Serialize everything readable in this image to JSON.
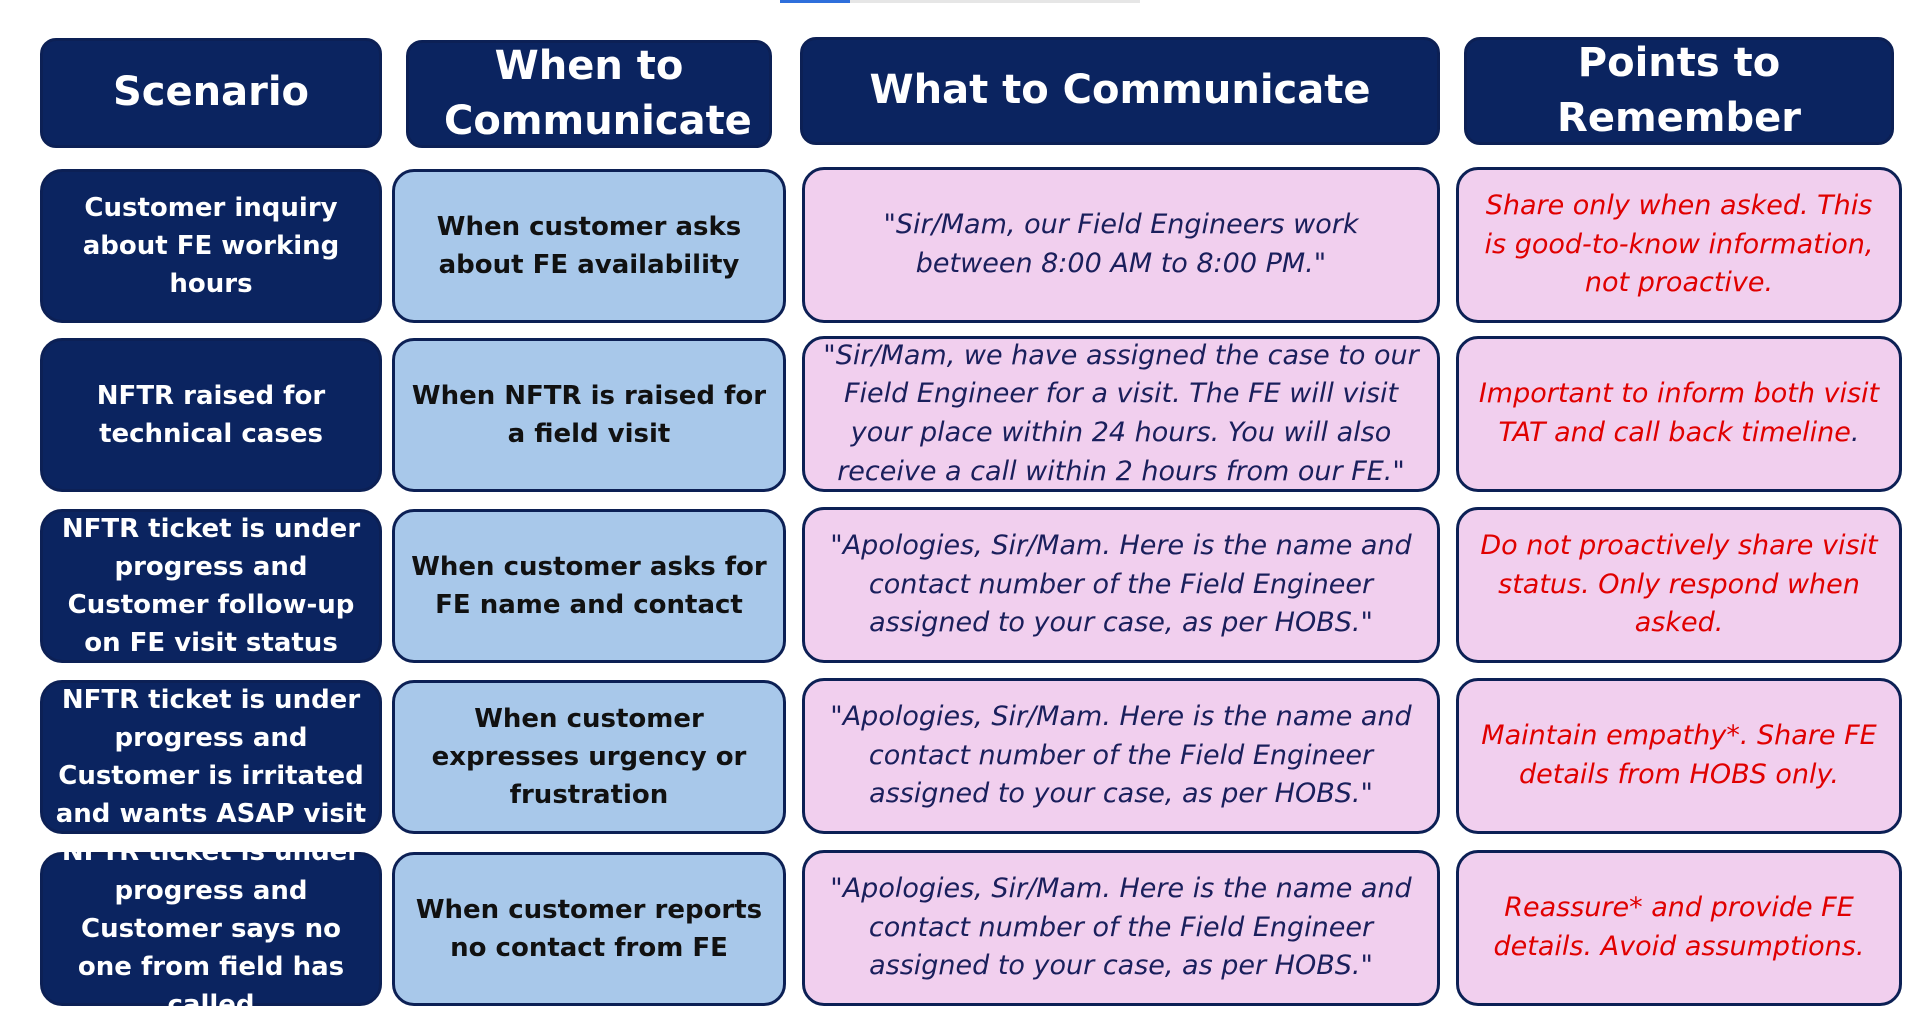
{
  "headers": {
    "scenario": "Scenario",
    "when": "When to Communicate",
    "what": "What to Communicate",
    "points": "Points to Remember"
  },
  "rows": [
    {
      "scenario": "Customer inquiry about FE working hours",
      "when": "When customer asks about FE availability",
      "what": "\"Sir/Mam, our Field Engineers work between 8:00 AM to 8:00 PM.\"",
      "points": "Share only when asked. This is good-to-know information, not proactive.",
      "points_tail": ""
    },
    {
      "scenario": "NFTR raised for technical cases",
      "when": "When NFTR is raised for a field visit",
      "what": "\"Sir/Mam, we have assigned the case to our Field Engineer for a visit. The FE will visit your place within 24 hours. You will also receive a call within 2 hours from our FE.\"",
      "points": "Important to inform both visit TAT and call back timeline",
      "points_tail": "."
    },
    {
      "scenario": "NFTR ticket is under progress and Customer follow-up on FE visit status",
      "when": "When customer asks for FE name and contact",
      "what": "\"Apologies, Sir/Mam. Here is the name and contact number of the Field Engineer assigned to your case, as per HOBS.\"",
      "points": "Do not proactively share visit status. Only respond when asked.",
      "points_tail": ""
    },
    {
      "scenario": "NFTR ticket is under progress and Customer is irritated and wants ASAP visit",
      "when": "When customer expresses urgency or frustration",
      "what": "\"Apologies, Sir/Mam. Here is the name and contact number of the Field Engineer assigned to your case, as per HOBS.\"",
      "points": "Maintain empathy*. Share FE details from HOBS only.",
      "points_tail": ""
    },
    {
      "scenario": "NFTR ticket is under progress and Customer says no one from field has called",
      "when": "When customer reports no contact from FE",
      "what": "\"Apologies, Sir/Mam. Here is the name and contact number of the Field Engineer assigned to your case, as per HOBS.\"",
      "points": "Reassure* and provide FE details. Avoid assumptions.",
      "points_tail": ""
    }
  ],
  "colors": {
    "header_bg": "#0b2460",
    "when_bg": "#a8c8ea",
    "what_bg": "#f1cfee",
    "points_text": "#e00000",
    "what_text": "#1a1f5c"
  }
}
